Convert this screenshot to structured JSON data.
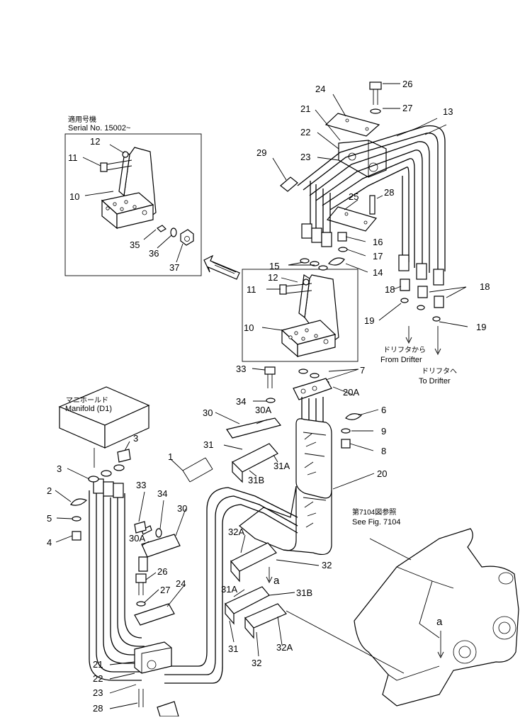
{
  "notes": {
    "serial_jp": "適用号機",
    "serial_en": "Serial No. 15002~",
    "manifold_jp": "マニホールド",
    "manifold_en": "Manifold (D1)",
    "from_drifter_jp": "ドリフタから",
    "from_drifter_en": "From Drifter",
    "to_drifter_jp": "ドリフタへ",
    "to_drifter_en": "To Drifter",
    "see_fig_jp": "第7104図参照",
    "see_fig_en": "See Fig. 7104",
    "view_a": "a"
  },
  "callouts": [
    "26",
    "27",
    "24",
    "13",
    "21",
    "22",
    "23",
    "29",
    "25",
    "28",
    "16",
    "17",
    "15",
    "14",
    "12",
    "11",
    "10",
    "18",
    "18",
    "19",
    "19",
    "12",
    "11",
    "10",
    "35",
    "36",
    "37",
    "33",
    "34",
    "7",
    "20A",
    "30",
    "30A",
    "31",
    "31A",
    "31B",
    "6",
    "9",
    "8",
    "20",
    "1",
    "3",
    "3",
    "2",
    "5",
    "4",
    "33",
    "34",
    "30A",
    "30",
    "26",
    "27",
    "24",
    "32A",
    "32",
    "31A",
    "31B",
    "31",
    "32",
    "32A",
    "a",
    "21",
    "22",
    "23",
    "28"
  ]
}
